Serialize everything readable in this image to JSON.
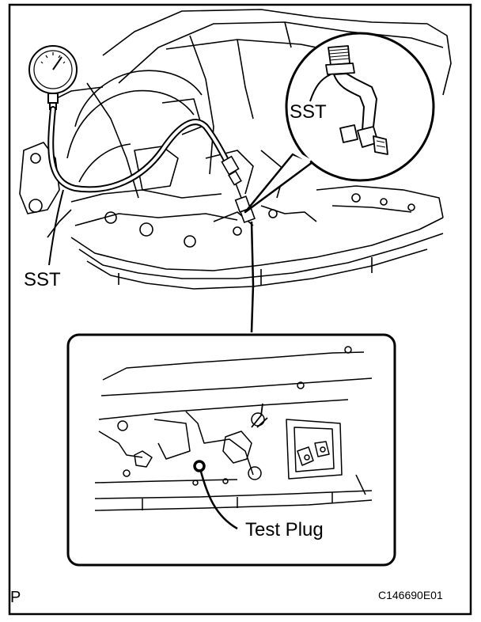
{
  "labels": {
    "sst_left": "SST",
    "sst_right": "SST",
    "test_plug": "Test Plug",
    "page_letter": "P",
    "figure_code": "C146690E01"
  },
  "colors": {
    "line": "#000000",
    "background": "#ffffff"
  },
  "icons": [
    "pressure-gauge-icon",
    "sst-adapter-icon",
    "test-plug-icon"
  ]
}
